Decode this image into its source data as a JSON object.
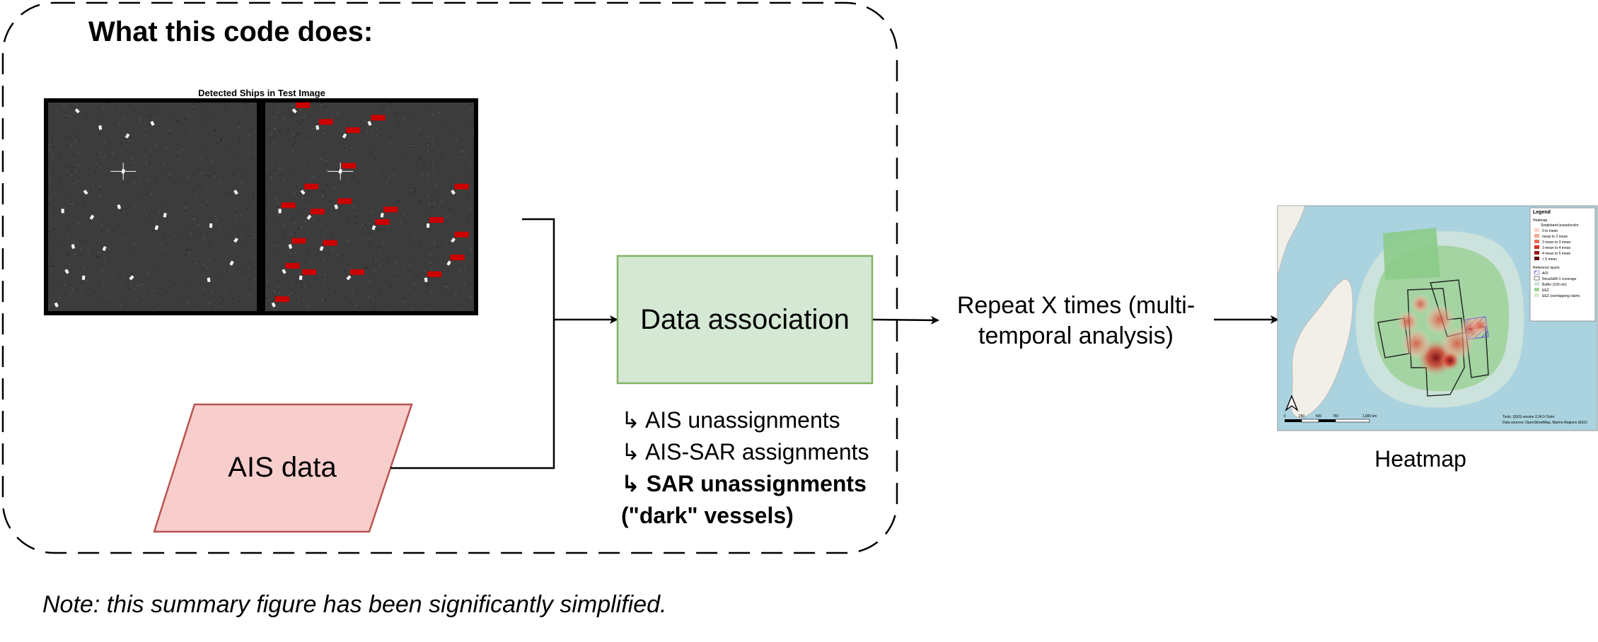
{
  "summary_title": "What this code does:",
  "detection_panel": {
    "title": "Detected Ships in Test Image"
  },
  "ais_data": {
    "label": "AIS data"
  },
  "data_association": {
    "label": "Data association",
    "outputs": [
      {
        "text": "↳ AIS unassignments",
        "bold": false
      },
      {
        "text": "↳ AIS-SAR assignments",
        "bold": false
      },
      {
        "text": "↳ SAR unassignments",
        "bold": true
      },
      {
        "text": "(\"dark\" vessels)",
        "bold": true
      }
    ]
  },
  "repeat_step": {
    "line1": "Repeat X times (multi-",
    "line2": "temporal analysis)"
  },
  "heatmap": {
    "caption": "Heatmap",
    "legend": {
      "title": "Legend",
      "section_heatmap": "Heatmap",
      "band_label": "Singleband pseudocolor",
      "classes": [
        {
          "label": "0 to mean",
          "color": "#f8d3c6"
        },
        {
          "label": "mean to 2 mean",
          "color": "#f4a58f"
        },
        {
          "label": "2 mean to 3 mean",
          "color": "#ee6b55"
        },
        {
          "label": "3 mean to 4 mean",
          "color": "#d62d22"
        },
        {
          "label": "4 mean to 5 mean",
          "color": "#a1131a"
        },
        {
          "label": "> 5 mean",
          "color": "#5c0710"
        }
      ],
      "section_reference": "Reference layers",
      "reference": [
        {
          "label": "AOI",
          "swatch": "hatch"
        },
        {
          "label": "NovaSAR-1 coverage",
          "swatch": "outline"
        },
        {
          "label": "Buffer (100 nm)",
          "swatch": "#cfe3dc"
        },
        {
          "label": "EEZ",
          "swatch": "#9fd39a"
        },
        {
          "label": "EEZ (overlapping claim)",
          "swatch": "#d8ecc9"
        }
      ]
    },
    "scale_labels": [
      "0",
      "250",
      "500",
      "750",
      "1,000 km"
    ],
    "credits": [
      "Tools: QGIS version 3.24.0-Tisler",
      "Data sources: OpenStreetMap, Marine Regions (EEZ)"
    ]
  },
  "note": "Note: this summary figure has been significantly simplified.",
  "colors": {
    "data_association_fill": "#d5e8d4",
    "data_association_stroke": "#82b366",
    "ais_fill": "#f8cecc",
    "ais_stroke": "#b85450",
    "ship_label": "#cc0000",
    "sea": "#aad3df"
  }
}
